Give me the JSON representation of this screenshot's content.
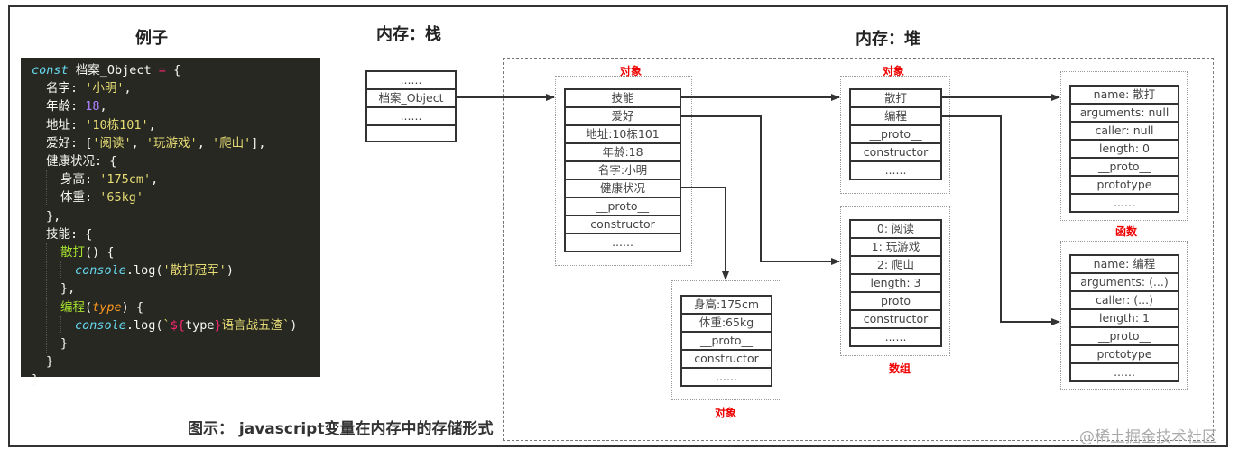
{
  "titles": {
    "example": "例子",
    "stack": "内存：栈",
    "heap": "内存：堆"
  },
  "code_lines": [
    {
      "indent": 0,
      "parts": [
        [
          "kw",
          "const"
        ],
        [
          "",
          " 档案_Object "
        ],
        [
          "op",
          "="
        ],
        [
          "",
          " {"
        ]
      ]
    },
    {
      "indent": 1,
      "parts": [
        [
          "",
          "名字: "
        ],
        [
          "str",
          "'小明'"
        ],
        [
          "",
          ","
        ]
      ]
    },
    {
      "indent": 1,
      "parts": [
        [
          "",
          "年龄: "
        ],
        [
          "num",
          "18"
        ],
        [
          "",
          ","
        ]
      ]
    },
    {
      "indent": 1,
      "parts": [
        [
          "",
          "地址: "
        ],
        [
          "str",
          "'10栋101'"
        ],
        [
          "",
          ","
        ]
      ]
    },
    {
      "indent": 1,
      "parts": [
        [
          "",
          "爱好: ["
        ],
        [
          "str",
          "'阅读'"
        ],
        [
          "",
          ", "
        ],
        [
          "str",
          "'玩游戏'"
        ],
        [
          "",
          ", "
        ],
        [
          "str",
          "'爬山'"
        ],
        [
          "",
          "],"
        ]
      ]
    },
    {
      "indent": 1,
      "parts": [
        [
          "",
          "健康状况: {"
        ]
      ]
    },
    {
      "indent": 2,
      "parts": [
        [
          "",
          "身高: "
        ],
        [
          "str",
          "'175cm'"
        ],
        [
          "",
          ","
        ]
      ]
    },
    {
      "indent": 2,
      "parts": [
        [
          "",
          "体重: "
        ],
        [
          "str",
          "'65kg'"
        ]
      ]
    },
    {
      "indent": 1,
      "parts": [
        [
          "",
          "},"
        ]
      ]
    },
    {
      "indent": 1,
      "parts": [
        [
          "",
          "技能: {"
        ]
      ]
    },
    {
      "indent": 2,
      "parts": [
        [
          "fn",
          "散打"
        ],
        [
          "",
          "() {"
        ]
      ]
    },
    {
      "indent": 3,
      "parts": [
        [
          "obj",
          "console"
        ],
        [
          "",
          ".log("
        ],
        [
          "str",
          "'散打冠军'"
        ],
        [
          "",
          ")"
        ]
      ]
    },
    {
      "indent": 2,
      "parts": [
        [
          "",
          "},"
        ]
      ]
    },
    {
      "indent": 2,
      "parts": [
        [
          "fn",
          "编程"
        ],
        [
          "",
          "("
        ],
        [
          "param",
          "type"
        ],
        [
          "",
          ") {"
        ]
      ]
    },
    {
      "indent": 3,
      "parts": [
        [
          "obj",
          "console"
        ],
        [
          "",
          ".log("
        ],
        [
          "str",
          "`"
        ],
        [
          "op",
          "${"
        ],
        [
          "",
          "type"
        ],
        [
          "op",
          "}"
        ],
        [
          "str",
          "语言战五渣`"
        ],
        [
          "",
          ")"
        ]
      ]
    },
    {
      "indent": 2,
      "parts": [
        [
          "",
          "}"
        ]
      ]
    },
    {
      "indent": 1,
      "parts": [
        [
          "",
          "}"
        ]
      ]
    },
    {
      "indent": 0,
      "parts": [
        [
          "",
          "}"
        ]
      ]
    }
  ],
  "stack": {
    "cells": [
      "......",
      "档案_Object",
      "......",
      ""
    ]
  },
  "heap": {
    "main_object": {
      "label": "对象",
      "cells": [
        "技能",
        "爱好",
        "地址:10栋101",
        "年龄:18",
        "名字:小明",
        "健康状况",
        "__proto__",
        "constructor",
        "......"
      ]
    },
    "skills_object": {
      "label": "对象",
      "cells": [
        "散打",
        "编程",
        "__proto__",
        "constructor",
        "......"
      ]
    },
    "hobby_array": {
      "label": "数组",
      "cells": [
        "0: 阅读",
        "1: 玩游戏",
        "2: 爬山",
        "length: 3",
        "__proto__",
        "constructor",
        "......"
      ]
    },
    "health_object": {
      "label": "对象",
      "cells": [
        "身高:175cm",
        "体重:65kg",
        "__proto__",
        "constructor",
        "......"
      ]
    },
    "func_sanda": {
      "label": "函数",
      "cells": [
        "name: 散打",
        "arguments: null",
        "caller: null",
        "length: 0",
        "__proto__",
        "prototype",
        "......"
      ]
    },
    "func_biancheng": {
      "label": "",
      "cells": [
        "name: 编程",
        "arguments: (...)",
        "caller: (...)",
        "length: 1",
        "__proto__",
        "prototype",
        "......"
      ]
    }
  },
  "caption": "图示： javascript变量在内存中的存储形式",
  "watermark": "@稀土掘金技术社区"
}
